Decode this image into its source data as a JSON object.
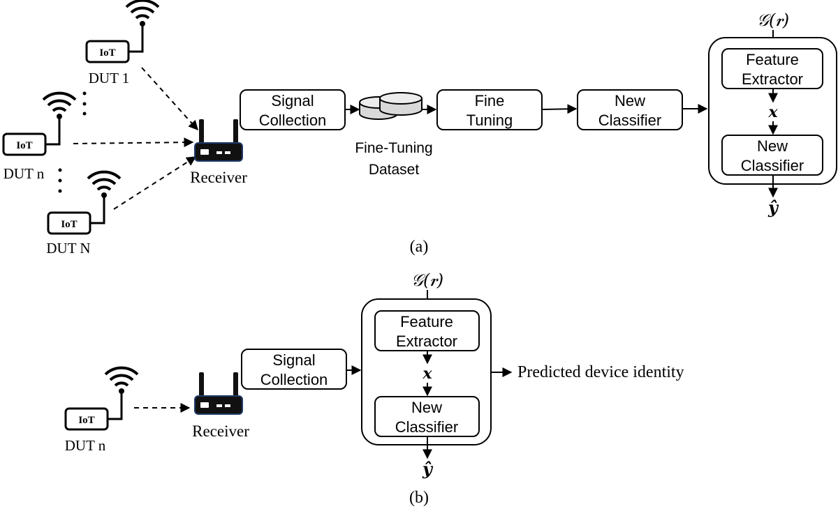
{
  "panel_a": {
    "caption": "(a)",
    "devices": {
      "dut1_label": "DUT 1",
      "dutn_label": "DUT n",
      "dutN_label": "DUT N",
      "iot_tag": "IoT",
      "icon": "iot-device-wifi-icon"
    },
    "receiver_label": "Receiver",
    "signal_collection": [
      "Signal",
      "Collection"
    ],
    "dataset_label": [
      "Fine-Tuning",
      "Dataset"
    ],
    "fine_tuning": [
      "Fine",
      "Tuning"
    ],
    "new_classifier": [
      "New",
      "Classifier"
    ],
    "model": {
      "input": "𝒢(𝒓)",
      "feature_extractor": [
        "Feature",
        "Extractor"
      ],
      "latent": "𝒙",
      "classifier": [
        "New",
        "Classifier"
      ],
      "output": "𝒚̂"
    }
  },
  "panel_b": {
    "caption": "(b)",
    "device_label": "DUT n",
    "iot_tag": "IoT",
    "receiver_label": "Receiver",
    "signal_collection": [
      "Signal",
      "Collection"
    ],
    "model": {
      "input": "𝒢(𝒓)",
      "feature_extractor": [
        "Feature",
        "Extractor"
      ],
      "latent": "𝒙",
      "classifier": [
        "New",
        "Classifier"
      ],
      "output": "𝒚̂"
    },
    "result_label": "Predicted device identity"
  },
  "colors": {
    "stroke": "#000000",
    "background": "#ffffff",
    "receiver_trim": "#1f3a68"
  }
}
